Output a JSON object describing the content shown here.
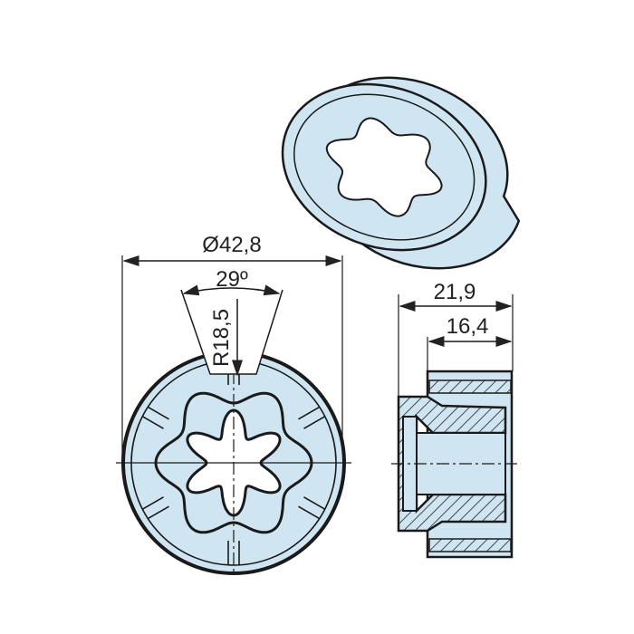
{
  "drawing": {
    "fill_color": "#cfe6f2",
    "line_color": "#1a1a1a",
    "dimensions": {
      "diameter": "Ø42,8",
      "angle": "29º",
      "radius": "R18,5",
      "total_length": "21,9",
      "sleeve_length": "16,4"
    }
  }
}
